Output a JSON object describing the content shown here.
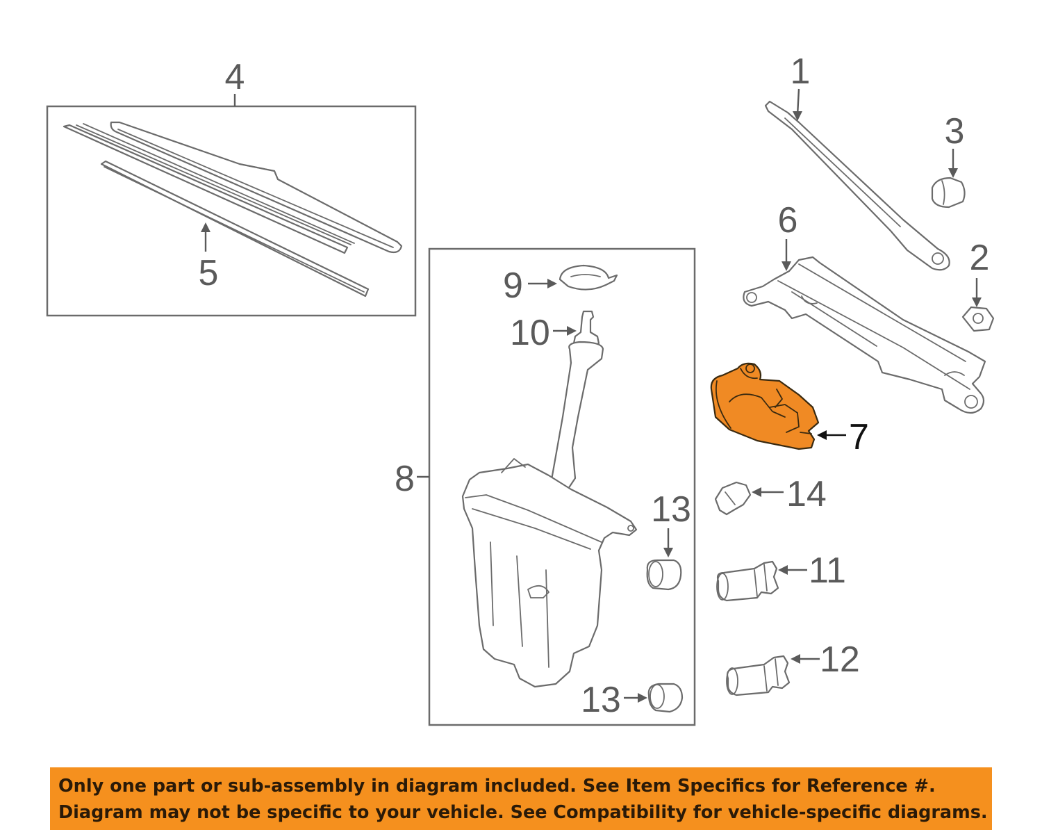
{
  "callouts": {
    "c1": "1",
    "c2": "2",
    "c3": "3",
    "c4": "4",
    "c5": "5",
    "c6": "6",
    "c7": "7",
    "c8": "8",
    "c9": "9",
    "c10": "10",
    "c11": "11",
    "c12": "12",
    "c13a": "13",
    "c13b": "13",
    "c14": "14"
  },
  "notice": {
    "line1": "Only one part or sub-assembly in diagram included. See Item Specifics for Reference #.",
    "line2": "Diagram may not be specific to your vehicle. See Compatibility for vehicle-specific diagrams."
  },
  "colors": {
    "highlight": "#f08a24",
    "notice_bg": "#f5901e",
    "line": "#6b6b6b"
  }
}
